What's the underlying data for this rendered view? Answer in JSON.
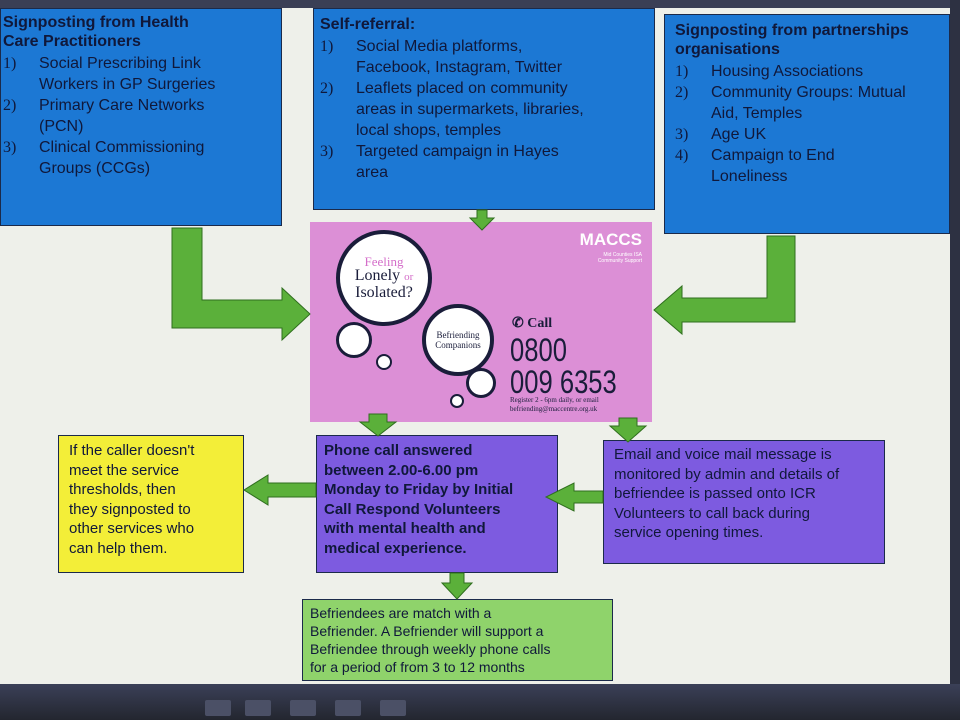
{
  "boxes": {
    "health": {
      "title_line1": "Signposting from Health",
      "title_line2": "Care Practitioners",
      "items": [
        {
          "n": "1)",
          "t1": "Social Prescribing Link",
          "t2": "Workers in GP Surgeries"
        },
        {
          "n": "2)",
          "t1": "Primary Care Networks",
          "t2": "(PCN)"
        },
        {
          "n": "3)",
          "t1": "Clinical Commissioning",
          "t2": "Groups (CCGs)"
        }
      ]
    },
    "self": {
      "title": "Self-referral:",
      "items": [
        {
          "n": "1)",
          "lines": [
            "Social Media platforms,",
            "Facebook, Instagram, Twitter"
          ]
        },
        {
          "n": "2)",
          "lines": [
            "Leaflets placed on community",
            "areas in supermarkets, libraries,",
            "local shops, temples"
          ]
        },
        {
          "n": "3)",
          "lines": [
            "Targeted campaign in Hayes",
            "area"
          ]
        }
      ]
    },
    "partners": {
      "title_line1": "Signposting from partnerships",
      "title_line2": "organisations",
      "items": [
        {
          "n": "1)",
          "t1": "Housing Associations",
          "t2": ""
        },
        {
          "n": "2)",
          "t1": "Community Groups: Mutual",
          "t2": "Aid, Temples"
        },
        {
          "n": "3)",
          "t1": "Age UK",
          "t2": ""
        },
        {
          "n": "4)",
          "t1": "Campaign to End",
          "t2": "Loneliness"
        }
      ]
    },
    "yellow": {
      "lines": [
        "If the caller doesn't",
        "meet the service",
        "thresholds, then",
        "they signposted to",
        "other services who",
        "can help them."
      ]
    },
    "phone": {
      "lines": [
        "Phone call answered",
        "between 2.00-6.00 pm",
        "Monday to Friday by Initial",
        "Call Respond Volunteers",
        "with mental health and",
        "medical experience."
      ]
    },
    "email": {
      "lines": [
        "Email and voice mail message is",
        "monitored by admin and details of",
        "befriendee is passed onto ICR",
        "Volunteers to call back during",
        "service opening times."
      ]
    },
    "befriend": {
      "lines": [
        "Befriendees are match with a",
        "Befriender.  A Befriender will support a",
        "Befriendee through weekly phone calls",
        "for a period of from 3 to 12 months"
      ]
    }
  },
  "poster": {
    "bubble1": {
      "feeling": "Feeling",
      "lonely": "Lonely",
      "or": "or",
      "isolated": "Isolated?"
    },
    "bubble2": {
      "befriending": "Befriending",
      "companions": "Companions"
    },
    "brand": "MACCS",
    "brand_sub": "Mid Counties ISA Community Support",
    "call": "Call",
    "phone_line1": "0800",
    "phone_line2": "009 6353",
    "register_line1": "Register 2 - 6pm daily, or email",
    "register_line2": "befriending@maccentre.org.uk"
  },
  "colors": {
    "blue": "#1c78d4",
    "purple": "#7d5be0",
    "yellow": "#f3ee38",
    "green": "#8fd36b",
    "poster": "#dc8fd6",
    "arrow": "#5bb03a"
  }
}
